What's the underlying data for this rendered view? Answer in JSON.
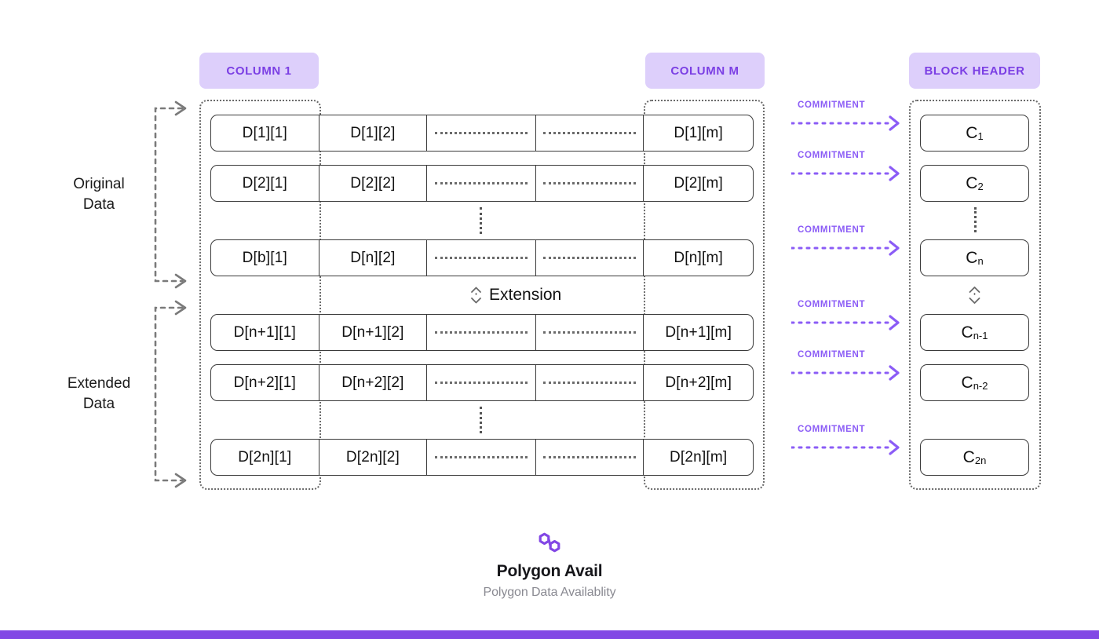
{
  "badges": {
    "column1": "COLUMN 1",
    "columnM": "COLUMN M",
    "blockHeader": "BLOCK HEADER"
  },
  "groups": {
    "original": "Original\nData",
    "original_line1": "Original",
    "original_line2": "Data",
    "extended_line1": "Extended",
    "extended_line2": "Data"
  },
  "extension": {
    "label": "Extension",
    "icon": "up-down-chevron-icon"
  },
  "matrix": {
    "rows": [
      {
        "id": "row-1",
        "cells": [
          "D[1][1]",
          "D[1][2]",
          "",
          "",
          "D[1][m]"
        ]
      },
      {
        "id": "row-2",
        "cells": [
          "D[2][1]",
          "D[2][2]",
          "",
          "",
          "D[2][m]"
        ]
      },
      {
        "id": "row-n",
        "cells": [
          "D[b][1]",
          "D[n][2]",
          "",
          "",
          "D[n][m]"
        ]
      },
      {
        "id": "row-n1",
        "cells": [
          "D[n+1][1]",
          "D[n+1][2]",
          "",
          "",
          "D[n+1][m]"
        ]
      },
      {
        "id": "row-n2",
        "cells": [
          "D[n+2][1]",
          "D[n+2][2]",
          "",
          "",
          "D[n+2][m]"
        ]
      },
      {
        "id": "row-2n",
        "cells": [
          "D[2n][1]",
          "D[2n][2]",
          "",
          "",
          "D[2n][m]"
        ]
      }
    ]
  },
  "commitments": {
    "arrow_label": "COMMITMENT",
    "boxes": [
      {
        "base": "C",
        "sub": "1"
      },
      {
        "base": "C",
        "sub": "2"
      },
      {
        "base": "C",
        "sub": "n"
      },
      {
        "base": "C",
        "sub": "n-1"
      },
      {
        "base": "C",
        "sub": "n-2"
      },
      {
        "base": "C",
        "sub": "2n"
      }
    ]
  },
  "footer": {
    "logo": "polygon-logo-icon",
    "title": "Polygon Avail",
    "subtitle": "Polygon Data Availablity"
  },
  "colors": {
    "badge_bg": "#DDCFFB",
    "badge_text": "#7B3FE4",
    "accent_purple": "#8B5CF6",
    "bottom_bar": "#8247E5",
    "box_border": "#3a3a3a",
    "dotted_gray": "#6b6b6b"
  }
}
